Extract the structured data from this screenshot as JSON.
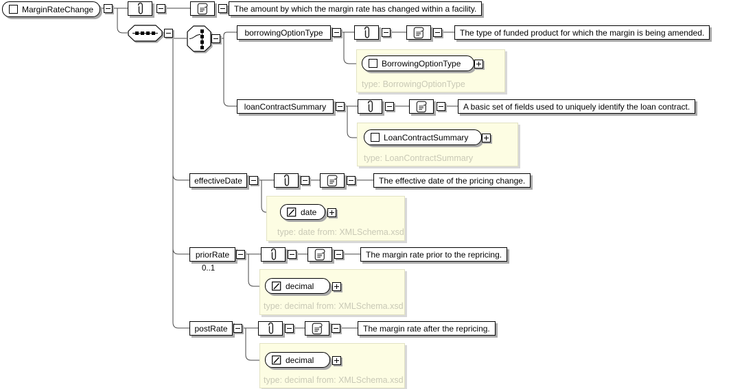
{
  "colors": {
    "type_area_bg": "#fdfde3",
    "type_area_border": "#e2e2c3",
    "muted_text": "#c9c9b6",
    "box_shadow": "#a9a9a9",
    "wire": "#444444"
  },
  "icons": {
    "annotation": "paperclip-icon",
    "documentation": "scroll-icon",
    "compositor_sequence": "sequence-icon",
    "compositor_choice": "choice-icon",
    "collapse": "minus-button",
    "expand": "plus-button",
    "complex_type": "square-icon",
    "simple_type": "diagonal-square-icon"
  },
  "root": {
    "label": "MarginRateChange",
    "doc": "The amount by which the margin rate has changed within a facility."
  },
  "children": [
    {
      "label": "borrowingOptionType",
      "doc": "The type of funded product for which the margin is being amended.",
      "type_box": {
        "label": "BorrowingOptionType",
        "caption": "type: BorrowingOptionType"
      }
    },
    {
      "label": "loanContractSummary",
      "doc": "A basic set of fields used to uniquely identify the loan contract.",
      "type_box": {
        "label": "LoanContractSummary",
        "caption": "type: LoanContractSummary"
      }
    },
    {
      "label": "effectiveDate",
      "doc": "The effective date of the pricing change.",
      "type_box": {
        "label": "date",
        "caption": "type: date from: XMLSchema.xsd"
      }
    },
    {
      "label": "priorRate",
      "cardinality": "0..1",
      "doc": "The margin rate prior to the repricing.",
      "type_box": {
        "label": "decimal",
        "caption": "type: decimal from: XMLSchema.xsd"
      }
    },
    {
      "label": "postRate",
      "doc": "The margin rate after the repricing.",
      "type_box": {
        "label": "decimal",
        "caption": "type: decimal from: XMLSchema.xsd"
      }
    }
  ]
}
